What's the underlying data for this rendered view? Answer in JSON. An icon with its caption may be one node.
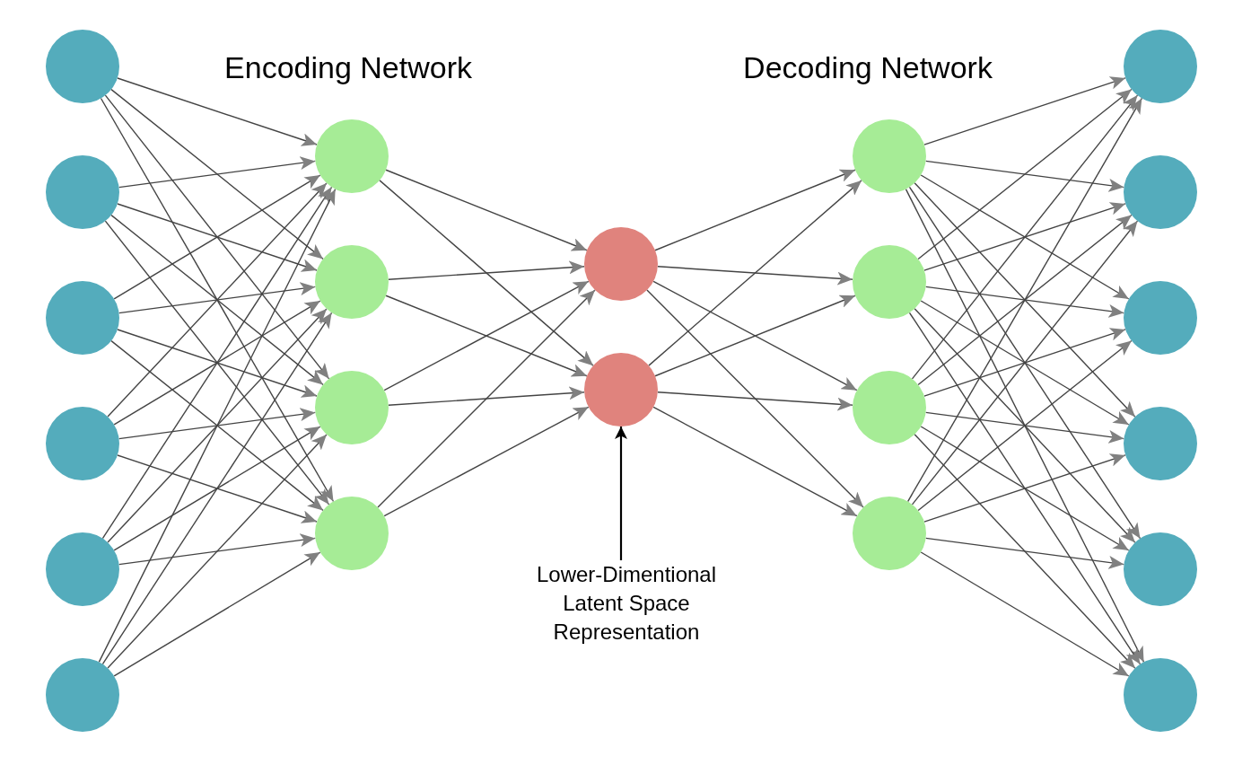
{
  "diagram": {
    "nodes": [
      {
        "text": [],
        "shape": "circle"
      },
      {
        "text": [],
        "shape": "circle"
      },
      {
        "text": [],
        "shape": "circle"
      },
      {
        "text": [],
        "shape": "circle"
      },
      {
        "text": [],
        "shape": "circle"
      },
      {
        "text": [],
        "shape": "circle"
      },
      {
        "text": [],
        "shape": "circle"
      },
      {
        "text": [],
        "shape": "circle"
      },
      {
        "text": [],
        "shape": "circle"
      },
      {
        "text": [],
        "shape": "circle"
      },
      {
        "text": [],
        "shape": "circle"
      },
      {
        "text": [],
        "shape": "circle"
      },
      {
        "text": [],
        "shape": "circle"
      },
      {
        "text": [],
        "shape": "circle"
      },
      {
        "text": [],
        "shape": "circle"
      },
      {
        "text": [],
        "shape": "circle"
      },
      {
        "text": [],
        "shape": "circle"
      },
      {
        "text": [],
        "shape": "circle"
      },
      {
        "text": [],
        "shape": "circle"
      },
      {
        "text": [],
        "shape": "circle"
      },
      {
        "text": [],
        "shape": "circle"
      },
      {
        "text": [],
        "shape": "circle"
      },
      {
        "text": [
          "Lower-Dimentional Latent Space Representation"
        ]
      }
    ],
    "edges": [
      {
        "from": 0,
        "to": 6,
        "arrow": "to"
      },
      {
        "from": 0,
        "to": 7,
        "arrow": "to"
      },
      {
        "from": 0,
        "to": 8,
        "arrow": "to"
      },
      {
        "from": 0,
        "to": 9,
        "arrow": "to"
      },
      {
        "from": 1,
        "to": 6,
        "arrow": "to"
      },
      {
        "from": 1,
        "to": 7,
        "arrow": "to"
      },
      {
        "from": 1,
        "to": 8,
        "arrow": "to"
      },
      {
        "from": 1,
        "to": 9,
        "arrow": "to"
      },
      {
        "from": 2,
        "to": 6,
        "arrow": "to"
      },
      {
        "from": 2,
        "to": 7,
        "arrow": "to"
      },
      {
        "from": 2,
        "to": 8,
        "arrow": "to"
      },
      {
        "from": 2,
        "to": 9,
        "arrow": "to"
      },
      {
        "from": 3,
        "to": 6,
        "arrow": "to"
      },
      {
        "from": 3,
        "to": 7,
        "arrow": "to"
      },
      {
        "from": 3,
        "to": 8,
        "arrow": "to"
      },
      {
        "from": 3,
        "to": 9,
        "arrow": "to"
      },
      {
        "from": 4,
        "to": 6,
        "arrow": "to"
      },
      {
        "from": 4,
        "to": 7,
        "arrow": "to"
      },
      {
        "from": 4,
        "to": 8,
        "arrow": "to"
      },
      {
        "from": 4,
        "to": 9,
        "arrow": "to"
      },
      {
        "from": 5,
        "to": 6,
        "arrow": "to"
      },
      {
        "from": 5,
        "to": 7,
        "arrow": "to"
      },
      {
        "from": 5,
        "to": 8,
        "arrow": "to"
      },
      {
        "from": 5,
        "to": 9,
        "arrow": "to"
      },
      {
        "from": 6,
        "to": 10,
        "arrow": "to"
      },
      {
        "from": 6,
        "to": 11,
        "arrow": "to"
      },
      {
        "from": 7,
        "to": 10,
        "arrow": "to"
      },
      {
        "from": 7,
        "to": 11,
        "arrow": "to"
      },
      {
        "from": 8,
        "to": 10,
        "arrow": "to"
      },
      {
        "from": 8,
        "to": 11,
        "arrow": "to"
      },
      {
        "from": 9,
        "to": 10,
        "arrow": "to"
      },
      {
        "from": 9,
        "to": 11,
        "arrow": "to"
      },
      {
        "from": 10,
        "to": 12,
        "arrow": "to"
      },
      {
        "from": 10,
        "to": 13,
        "arrow": "to"
      },
      {
        "from": 10,
        "to": 14,
        "arrow": "to"
      },
      {
        "from": 10,
        "to": 15,
        "arrow": "to"
      },
      {
        "from": 11,
        "to": 12,
        "arrow": "to"
      },
      {
        "from": 11,
        "to": 13,
        "arrow": "to"
      },
      {
        "from": 11,
        "to": 14,
        "arrow": "to"
      },
      {
        "from": 11,
        "to": 15,
        "arrow": "to"
      },
      {
        "from": 12,
        "to": 16,
        "arrow": "to"
      },
      {
        "from": 12,
        "to": 17,
        "arrow": "to"
      },
      {
        "from": 12,
        "to": 18,
        "arrow": "to"
      },
      {
        "from": 12,
        "to": 19,
        "arrow": "to"
      },
      {
        "from": 12,
        "to": 20,
        "arrow": "to"
      },
      {
        "from": 12,
        "to": 21,
        "arrow": "to"
      },
      {
        "from": 13,
        "to": 16,
        "arrow": "to"
      },
      {
        "from": 13,
        "to": 17,
        "arrow": "to"
      },
      {
        "from": 13,
        "to": 18,
        "arrow": "to"
      },
      {
        "from": 13,
        "to": 19,
        "arrow": "to"
      },
      {
        "from": 13,
        "to": 20,
        "arrow": "to"
      },
      {
        "from": 13,
        "to": 21,
        "arrow": "to"
      },
      {
        "from": 14,
        "to": 16,
        "arrow": "to"
      },
      {
        "from": 14,
        "to": 17,
        "arrow": "to"
      },
      {
        "from": 14,
        "to": 18,
        "arrow": "to"
      },
      {
        "from": 14,
        "to": 19,
        "arrow": "to"
      },
      {
        "from": 14,
        "to": 20,
        "arrow": "to"
      },
      {
        "from": 14,
        "to": 21,
        "arrow": "to"
      },
      {
        "from": 15,
        "to": 16,
        "arrow": "to"
      },
      {
        "from": 15,
        "to": 17,
        "arrow": "to"
      },
      {
        "from": 15,
        "to": 18,
        "arrow": "to"
      },
      {
        "from": 15,
        "to": 19,
        "arrow": "to"
      },
      {
        "from": 15,
        "to": 20,
        "arrow": "to"
      },
      {
        "from": 15,
        "to": 21,
        "arrow": "to"
      },
      {
        "from": 22,
        "to": 11,
        "arrow": "to",
        "color": "#000000"
      }
    ],
    "labels": [
      "Encoding Network",
      "Decoding Network"
    ]
  }
}
